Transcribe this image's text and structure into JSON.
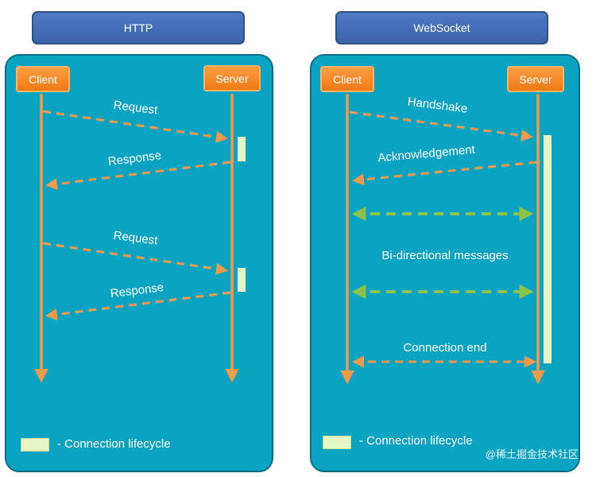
{
  "http": {
    "title": "HTTP",
    "client_label": "Client",
    "server_label": "Server",
    "messages": [
      "Request",
      "Response",
      "Request",
      "Response"
    ],
    "legend": "- Connection lifecycle"
  },
  "websocket": {
    "title": "WebSocket",
    "client_label": "Client",
    "server_label": "Server",
    "messages": [
      "Handshake",
      "Acknowledgement",
      "Bi-directional messages",
      "Connection end"
    ],
    "legend": "- Connection lifecycle"
  },
  "watermark": "@稀土掘金技术社区",
  "colors": {
    "panel": "#0aa3c2",
    "header": "#3a63a8",
    "actor": "#f58a26",
    "arrow_orange": "#f39a4a",
    "arrow_green": "#8cc34a",
    "lifecycle": "#e6f7c4"
  }
}
